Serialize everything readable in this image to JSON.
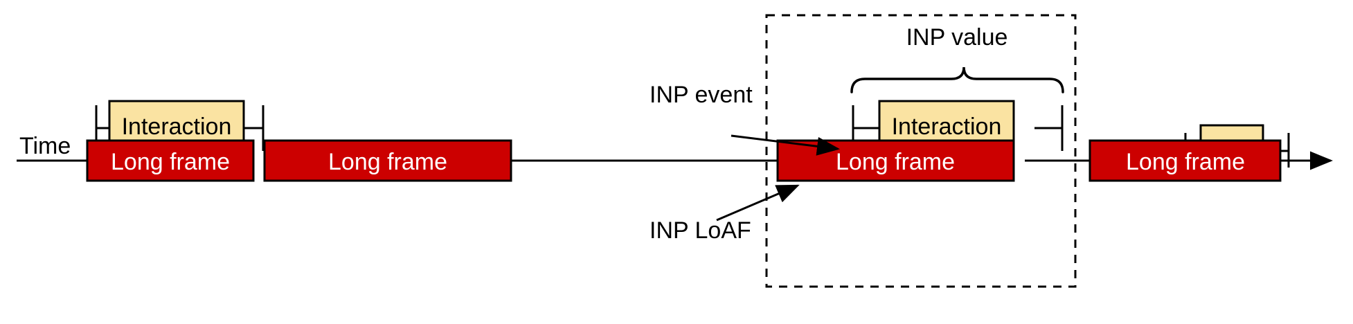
{
  "diagram": {
    "title_visible": false,
    "axis": {
      "label": "Time",
      "direction": "left-to-right"
    },
    "colors": {
      "long_frame_fill": "#CC0000",
      "long_frame_stroke": "#000000",
      "long_frame_text": "#FFFFFF",
      "interaction_fill": "#FAE3A2",
      "interaction_stroke": "#000000",
      "interaction_text": "#000000",
      "line": "#000000",
      "background": "#FFFFFF"
    },
    "annotations": {
      "inp_value": "INP value",
      "inp_event": "INP event",
      "inp_loaf": "INP LoAF"
    },
    "frames": [
      {
        "id": "frame-1",
        "label": "Long frame",
        "has_interaction": true,
        "interaction_label": "Interaction",
        "highlighted": false
      },
      {
        "id": "frame-2",
        "label": "Long frame",
        "has_interaction": false,
        "interaction_label": "",
        "highlighted": false
      },
      {
        "id": "frame-3",
        "label": "Long frame",
        "has_interaction": true,
        "interaction_label": "Interaction",
        "highlighted": true
      },
      {
        "id": "frame-4",
        "label": "Long frame",
        "has_interaction": true,
        "interaction_label": "",
        "highlighted": false
      }
    ]
  }
}
